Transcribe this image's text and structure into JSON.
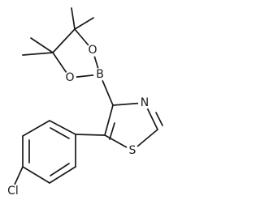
{
  "atoms": [
    {
      "symbol": "O"
    },
    {
      "symbol": "O"
    },
    {
      "symbol": "B"
    },
    {
      "symbol": "N"
    },
    {
      "symbol": "S"
    },
    {
      "symbol": "Cl"
    }
  ],
  "colors": {
    "bond": "#1a1a1a",
    "background": "#ffffff"
  }
}
